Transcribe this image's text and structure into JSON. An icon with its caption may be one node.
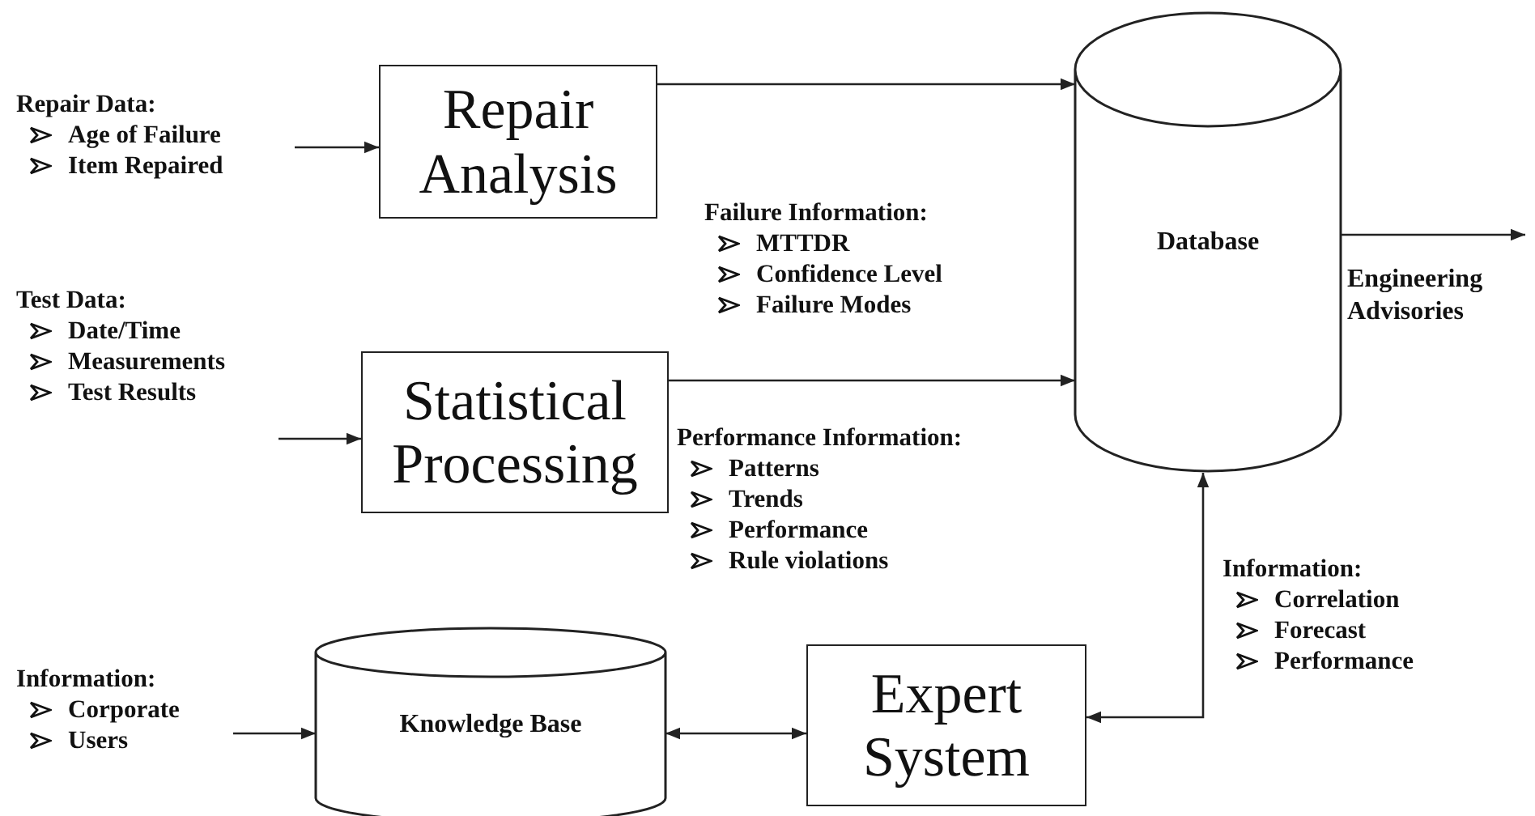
{
  "diagram": {
    "nodes": [
      {
        "text": [
          "Repair Data:",
          "Age of Failure",
          "Item Repaired"
        ]
      },
      {
        "text": [
          "Repair Analysis"
        ]
      },
      {
        "text": [
          "Database"
        ]
      },
      {
        "text": [
          "Engineering Advisories"
        ]
      },
      {
        "text": [
          "Test Data:",
          "Date/Time",
          "Measurements",
          "Test Results"
        ]
      },
      {
        "text": [
          "Statistical Processing"
        ]
      },
      {
        "text": [
          "Information:",
          "Corporate",
          "Users"
        ]
      },
      {
        "text": [
          "Knowledge Base"
        ]
      },
      {
        "text": [
          "Expert System"
        ]
      }
    ],
    "edges": [
      {
        "from": 0,
        "to": 1,
        "arrow": "to"
      },
      {
        "from": 1,
        "to": 2,
        "arrow": "to"
      },
      {
        "from": 4,
        "to": 5,
        "arrow": "to"
      },
      {
        "from": 5,
        "to": 2,
        "arrow": "to"
      },
      {
        "from": 2,
        "to": 3,
        "arrow": "to"
      },
      {
        "from": 6,
        "to": 7,
        "arrow": "to"
      },
      {
        "from": 7,
        "to": 8,
        "arrow": "both"
      },
      {
        "from": 8,
        "to": 2,
        "arrow": "both"
      }
    ],
    "labels": [
      "Failure Information:",
      "MTTDR",
      "Confidence Level",
      "Failure Modes",
      "Performance Information:",
      "Patterns",
      "Trends",
      "Performance",
      "Rule violations",
      "Information:",
      "Correlation",
      "Forecast",
      "Performance"
    ]
  }
}
